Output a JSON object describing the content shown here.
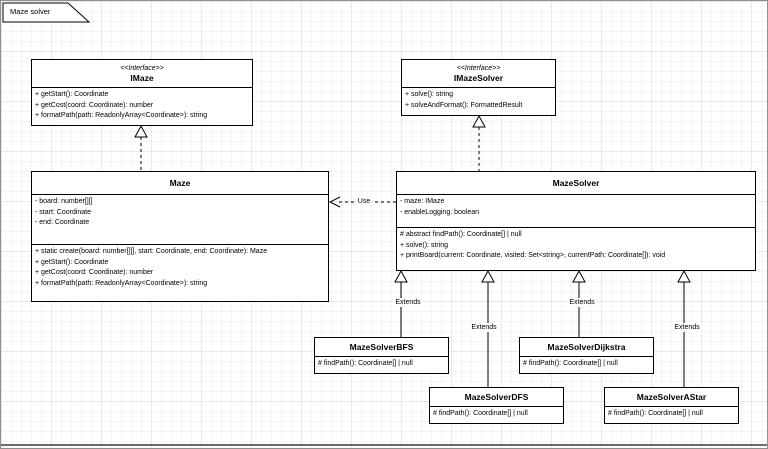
{
  "page": {
    "tab_title": "Maze solver"
  },
  "edge_labels": {
    "use": "Use",
    "extends": "Extends"
  },
  "colors": {
    "stroke": "#000000",
    "shape_fill": "#ffffff",
    "grid_minor": "#f4f4f4",
    "grid_major": "#e9e9e9"
  },
  "classes": {
    "imaze": {
      "stereotype": "<<Interface>>",
      "name": "IMaze",
      "methods": [
        "+ getStart(): Coordinate",
        "+ getCost(coord: Coordinate): number",
        "+ formatPath(path: ReadonlyArray<Coordinate>): string"
      ]
    },
    "imazesolver": {
      "stereotype": "<<Interface>>",
      "name": "IMazeSolver",
      "methods": [
        "+ solve(): string",
        "+ solveAndFormat(): FormattedResult"
      ]
    },
    "maze": {
      "name": "Maze",
      "attributes": [
        "- board: number[][]",
        "- start: Coordinate",
        "- end: Coordinate"
      ],
      "methods": [
        "+ static create(board: number[][], start: Coordinate, end: Coordinate): Maze",
        "+ getStart(): Coordinate",
        "+ getCost(coord: Coordinate): number",
        "+ formatPath(path: ReadonlyArray<Coordinate>): string"
      ]
    },
    "mazesolver": {
      "name": "MazeSolver",
      "attributes": [
        "- maze: IMaze",
        "- enableLogging: boolean"
      ],
      "methods": [
        "# abstract findPath(): Coordinate[] | null",
        "+ solve(): string",
        "+ printBoard(current: Coordinate, visited: Set<string>, currentPath: Coordinate[]): void"
      ]
    },
    "bfs": {
      "name": "MazeSolverBFS",
      "methods": [
        "# findPath(): Coordinate[] | null"
      ]
    },
    "dfs": {
      "name": "MazeSolverDFS",
      "methods": [
        "# findPath(): Coordinate[] | null"
      ]
    },
    "dijkstra": {
      "name": "MazeSolverDijkstra",
      "methods": [
        "# findPath(): Coordinate[] | null"
      ]
    },
    "astar": {
      "name": "MazeSolverAStar",
      "methods": [
        "# findPath(): Coordinate[] | null"
      ]
    }
  }
}
